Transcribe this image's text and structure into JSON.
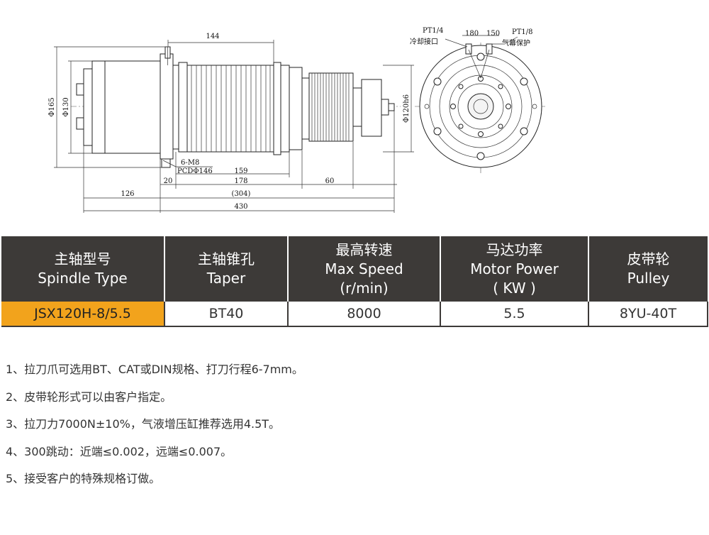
{
  "drawing": {
    "dims": {
      "d144": "144",
      "d165": "Φ165",
      "d130": "Φ130",
      "d120h6": "Φ120h6",
      "m8": "6-M8",
      "pcd": "PCDΦ146",
      "d159": "159",
      "d20": "20",
      "d178": "178",
      "d60": "60",
      "d126": "126",
      "d304": "(304)",
      "d430": "430"
    },
    "end_view": {
      "pt14": "PT1/4",
      "coolant": "冷却接口",
      "a180": "180",
      "a150": "150",
      "pt18": "PT1/8",
      "airseal": "气幕保护"
    }
  },
  "table": {
    "headers": [
      {
        "zh": "主轴型号",
        "en": "Spindle Type",
        "unit": ""
      },
      {
        "zh": "主轴锥孔",
        "en": "Taper",
        "unit": ""
      },
      {
        "zh": "最高转速",
        "en": "Max Speed",
        "unit": "(r/min)"
      },
      {
        "zh": "马达功率",
        "en": "Motor Power",
        "unit": "( KW )"
      },
      {
        "zh": "皮带轮",
        "en": "Pulley",
        "unit": ""
      }
    ],
    "row": [
      "JSX120H-8/5.5",
      "BT40",
      "8000",
      "5.5",
      "8YU-40T"
    ],
    "colors": {
      "header_bg": "#3d3a38",
      "highlight": "#f2a31c"
    }
  },
  "notes": [
    "1、拉刀爪可选用BT、CAT或DIN规格、打刀行程6-7mm。",
    "2、皮带轮形式可以由客户指定。",
    "3、拉刀力7000N±10%，气液增压缸推荐选用4.5T。",
    "4、300跳动：近端≤0.002，远端≤0.007。",
    "5、接受客户的特殊规格订做。"
  ]
}
